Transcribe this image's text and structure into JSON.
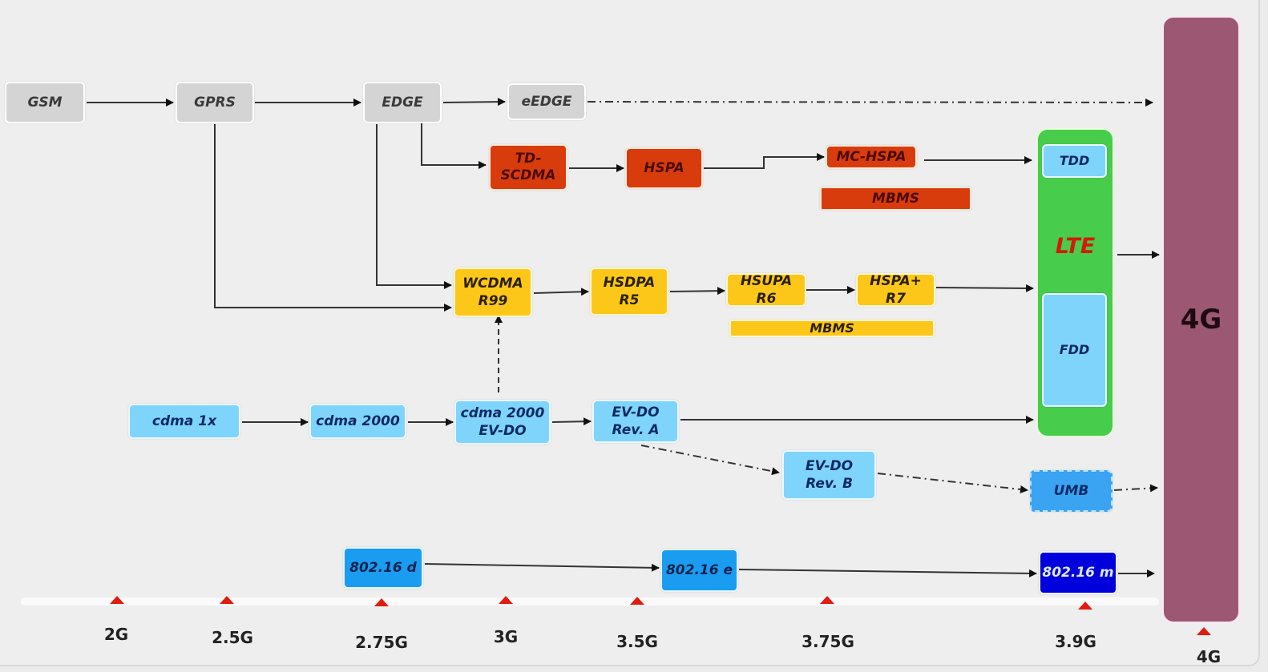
{
  "title": "Mobile network technology evolution to 4G",
  "colors": {
    "gsm_track": "#d4d4d4",
    "tdscdma_track": "#d83c0c",
    "wcdma_track": "#fdc719",
    "cdma_track": "#7fd4fb",
    "wimax_track": "#1a9cf0",
    "lte": "#47cc4b",
    "four_g": "#9c5873",
    "milestone_marker": "#e21a10"
  },
  "nodes": {
    "gsm": "GSM",
    "gprs": "GPRS",
    "edge": "EDGE",
    "eedge": "eEDGE",
    "td_scdma": "TD-\nSCDMA",
    "hspa": "HSPA",
    "mc_hspa": "MC-HSPA",
    "mbms_orange": "MBMS",
    "wcdma": "WCDMA\nR99",
    "hsdpa": "HSDPA\nR5",
    "hsupa": "HSUPA\nR6",
    "hspa_plus": "HSPA+\nR7",
    "mbms_yellow": "MBMS",
    "cdma_1x": "cdma 1x",
    "cdma_2000": "cdma 2000",
    "cdma_2000_evdo": "cdma 2000\nEV-DO",
    "evdo_rev_a": "EV-DO\nRev. A",
    "evdo_rev_b": "EV-DO\nRev. B",
    "umb": "UMB",
    "wimax_d": "802.16 d",
    "wimax_e": "802.16 e",
    "wimax_m": "802.16 m",
    "lte": "LTE",
    "tdd": "TDD",
    "fdd": "FDD",
    "four_g": "4G"
  },
  "timeline": {
    "milestones": [
      "2G",
      "2.5G",
      "2.75G",
      "3G",
      "3.5G",
      "3.75G",
      "3.9G",
      "4G"
    ]
  }
}
